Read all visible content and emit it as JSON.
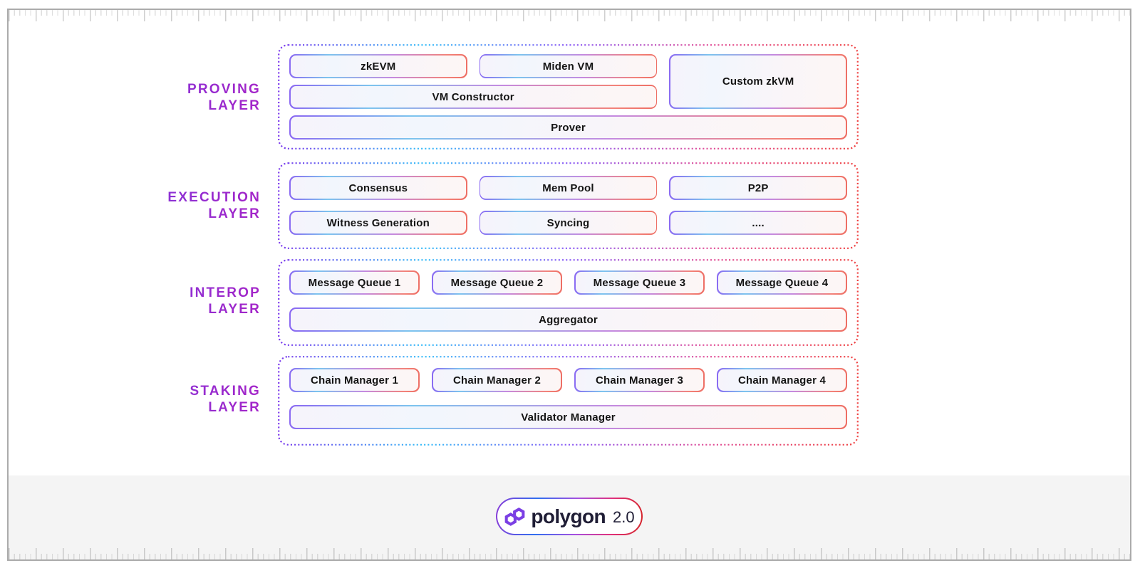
{
  "diagram": {
    "layers": [
      {
        "id": "proving",
        "label_line1": "PROVING",
        "label_line2": "LAYER",
        "boxes": [
          "zkEVM",
          "Miden VM",
          "Custom zkVM",
          "VM Constructor",
          "Prover"
        ]
      },
      {
        "id": "execution",
        "label_line1": "EXECUTION",
        "label_line2": "LAYER",
        "boxes": [
          "Consensus",
          "Mem Pool",
          "P2P",
          "Witness Generation",
          "Syncing",
          "...."
        ]
      },
      {
        "id": "interop",
        "label_line1": "INTEROP",
        "label_line2": "LAYER",
        "boxes": [
          "Message Queue 1",
          "Message Queue 2",
          "Message Queue 3",
          "Message Queue 4",
          "Aggregator"
        ]
      },
      {
        "id": "staking",
        "label_line1": "STAKING",
        "label_line2": "LAYER",
        "boxes": [
          "Chain Manager 1",
          "Chain Manager 2",
          "Chain Manager 3",
          "Chain Manager 4",
          "Validator Manager"
        ]
      }
    ],
    "badge": {
      "brand": "polygon",
      "version": "2.0"
    },
    "colors": {
      "label_gradient": [
        "#5f35e0",
        "#a822c6"
      ],
      "box_border_gradient": [
        "#8b68f2",
        "#7cc4ee",
        "#c48ae0",
        "#f2837a"
      ],
      "container_dot_gradient": [
        "#7c3aed",
        "#38bdf8",
        "#8b5cf6",
        "#e0519b",
        "#ef4444"
      ],
      "badge_border_gradient": [
        "#8b3dd8",
        "#2f6ff0",
        "#a64fe0",
        "#d42428"
      ],
      "logo_purple": "#7b3fe4",
      "wordmark_color": "#1f1d35",
      "footer_background": "#f4f4f4",
      "frame_border": "#ababab",
      "tick_color": "#d8d8d8"
    }
  }
}
